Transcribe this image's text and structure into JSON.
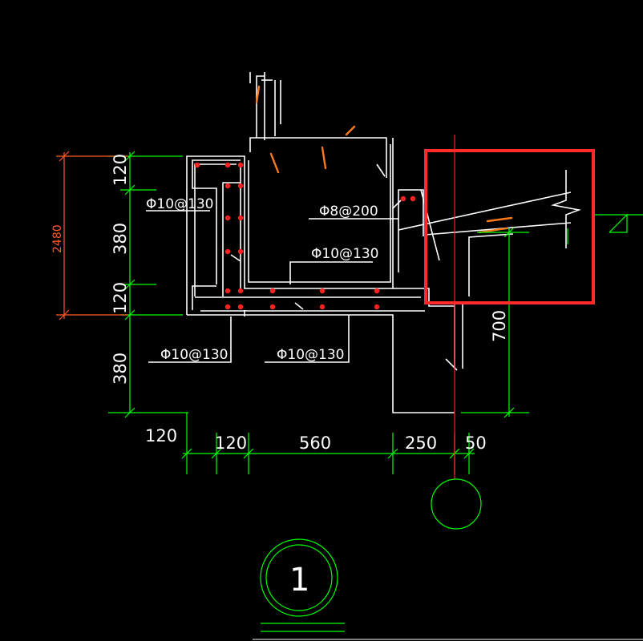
{
  "drawing": {
    "background": "#000000",
    "colors": {
      "outline": "#ffffff",
      "dimension": "#00ff00",
      "overall_dimension": "#ff5a28",
      "rebar_dot": "#ff2020",
      "highlight": "#ff2a2a",
      "mark": "#ff7a1a"
    },
    "overall_dimension": "2480",
    "left_dimensions": [
      "120",
      "380",
      "120",
      "380"
    ],
    "bottom_dimensions": [
      "120",
      "120",
      "560",
      "250",
      "50"
    ],
    "right_dimension": "700",
    "rebar_labels": {
      "wall": "Φ10@130",
      "slab_top": "Φ10@130",
      "ledge": "Φ8@200",
      "beam_left": "Φ10@130",
      "beam_right": "Φ10@130"
    },
    "detail_number": "1"
  }
}
